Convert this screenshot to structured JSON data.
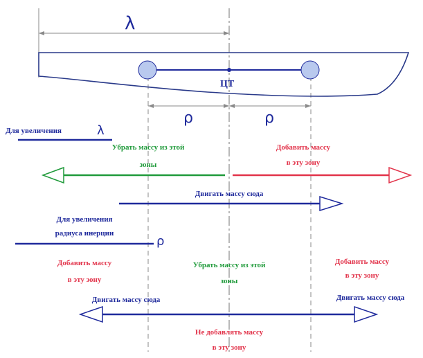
{
  "colors": {
    "blue": "#1f2a9c",
    "green": "#1f9a3a",
    "red": "#e2334a",
    "hull": "#2a3a8a",
    "ball": "#b9c9ee",
    "dash": "#8a8a8a"
  },
  "symbols": {
    "lambda": "λ",
    "rho_left": "ρ",
    "rho_right": "ρ",
    "rho_small": "ρ",
    "cg": "ЦТ"
  },
  "section_lambda": {
    "heading": "Для увеличения",
    "symbol": "λ",
    "left_zone_line1": "Убрать массу из этой",
    "left_zone_line2": "зоны",
    "right_zone_line1": "Добавить массу",
    "right_zone_line2": "в эту зону",
    "move_text": "Двигать массу сюда"
  },
  "section_radius": {
    "heading_line1": "Для увеличения",
    "heading_line2": "радиуса инерции",
    "symbol": "ρ",
    "outer_left_line1": "Добавить массу",
    "outer_left_line2": "в эту зону",
    "middle_line1": "Убрать массу из этой",
    "middle_line2": "зоны",
    "outer_right_line1": "Добавить массу",
    "outer_right_line2": "в эту зону",
    "move_left": "Двигать массу сюда",
    "move_right": "Двигать массу сюда",
    "no_add_line1": "Не добавлять массу",
    "no_add_line2": "в эту зону"
  }
}
